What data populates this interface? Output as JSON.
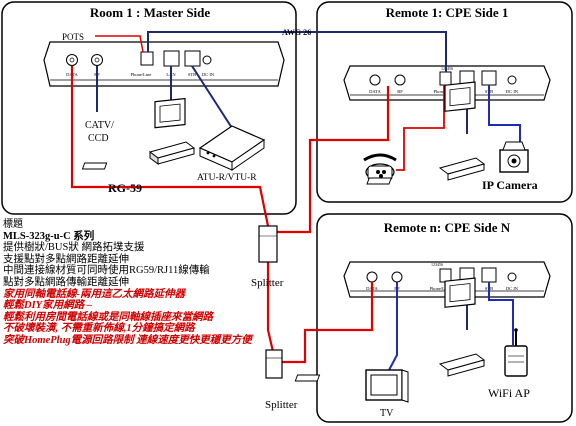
{
  "room1": {
    "title": "Room 1 : Master Side"
  },
  "remote1": {
    "title": "Remote 1: CPE Side 1"
  },
  "remoten": {
    "title": "Remote n: CPE Side N"
  },
  "ports": {
    "data": "DATA",
    "rf": "RF",
    "phone": "Phone/Line",
    "lan": "LAN",
    "stb": "STB",
    "dcin": "DC IN",
    "id_code": "123456"
  },
  "labels": {
    "pots": "POTS",
    "awg": "AWG 26",
    "catv": "CATV/",
    "ccd": "CCD",
    "atu": "ATU-R/VTU-R",
    "rg59": "RG-59",
    "splitter1": "Splitter",
    "splitter2": "Splitter",
    "ipcam": "IP Camera",
    "tv": "TV",
    "wifi": "WiFi AP"
  },
  "description": {
    "caption": "標題",
    "line1": "MLS-323g-u-C 系列",
    "line2": "提供樹狀/BUS狀 網路拓墣支援",
    "line3": "支援點對多點網路距離延伸",
    "line4": "中間連接線材質可同時使用RG59/RJ11線傳輸",
    "line5": "點對多點網路傳輸距離延伸",
    "red1": "家用同軸電話線-兩用這乙太網路延伸器",
    "red2": "輕鬆DIY家用網路 –",
    "red3": "輕鬆利用房間電話線或是同軸線插座來當網路",
    "red4": "不破壞裝潢, 不需重新佈線,1分鐘搞定網路",
    "red5": "突破HomePlug電源回路限制 連線速度更快更穩更方便"
  },
  "colors": {
    "red": "#e00000",
    "blue": "#1f2bb4",
    "navy": "#1e2a6e",
    "black": "#000000"
  }
}
